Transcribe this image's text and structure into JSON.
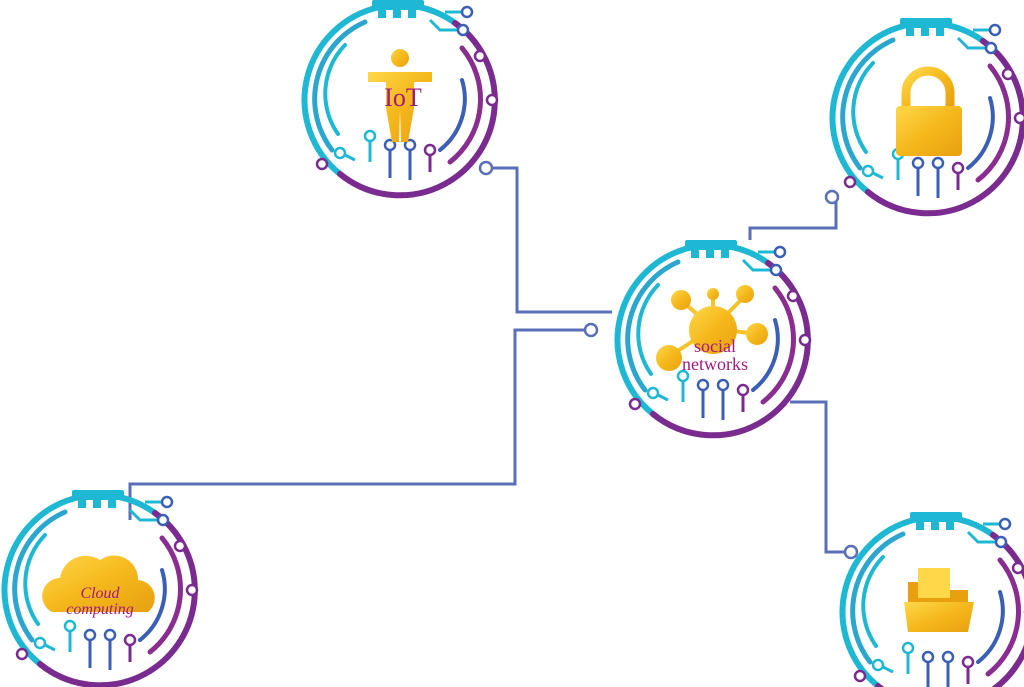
{
  "nodes": {
    "iot": {
      "label": "IoT",
      "icon": "person-icon"
    },
    "social": {
      "label1": "social",
      "label2": "networks",
      "icon": "network-icon"
    },
    "cloud": {
      "label1": "Cloud",
      "label2": "computing",
      "icon": "cloud-icon"
    },
    "lock": {
      "icon": "padlock-icon"
    },
    "folder": {
      "icon": "folder-icon"
    }
  },
  "colors": {
    "cyan": "#1fb8d4",
    "blue": "#3a5fb4",
    "purple": "#7a2b8f",
    "connector": "#5a6fb8",
    "gold": "#f5c22a",
    "label": "#a11a7e"
  }
}
